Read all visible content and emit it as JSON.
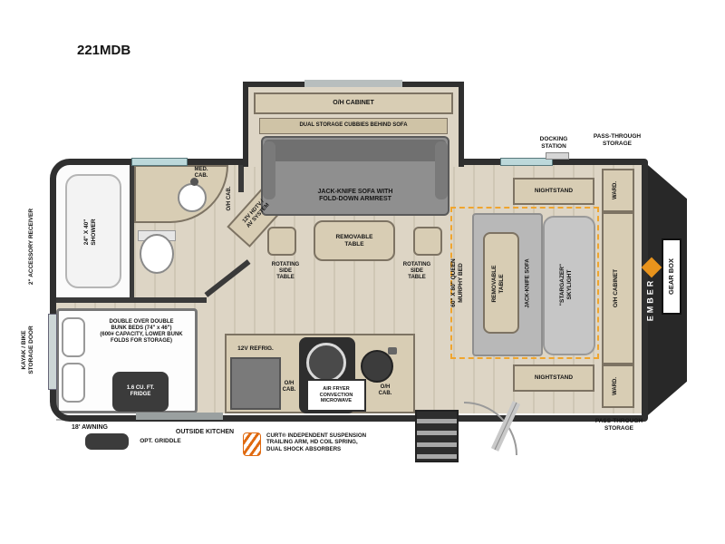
{
  "title": "221MDB",
  "labels": {
    "oh_cabinet_top": "O/H CABINET",
    "dual_storage": "DUAL STORAGE CUBBIES BEHIND SOFA",
    "sofa": "JACK-KNIFE SOFA WITH\nFOLD-DOWN ARMREST",
    "removable_table": "REMOVABLE\nTABLE",
    "rotating_table_left": "ROTATING\nSIDE\nTABLE",
    "rotating_table_right": "ROTATING\nSIDE\nTABLE",
    "med_cab": "MED.\nCAB.",
    "oh_cab_bath": "O/H CAB.",
    "hdtv": "12V HDTV /\nAV SYSTEM",
    "shower": "24\" X 40\"\nSHOWER",
    "murphy_bed": "60\" X 80\" QUEEN\nMURPHY BED",
    "removable_table_bed": "REMOVABLE\nTABLE",
    "jack_knife_sofa": "JACK-KNIFE SOFA",
    "skylight": "\"STARGAZER\"\nSKYLIGHT",
    "nightstand_top": "NIGHTSTAND",
    "nightstand_bottom": "NIGHTSTAND",
    "ward_top": "WARD.",
    "ward_bottom": "WARD.",
    "oh_cabinet_right": "O/H CABINET",
    "bunk_beds": "DOUBLE OVER DOUBLE\nBUNK BEDS (74\" x 46\")\n(600# CAPACITY, LOWER BUNK\nFOLDS FOR STORAGE)",
    "refrig_12v": "12V REFRIG.",
    "fridge": "1.6 CU. FT.\nFRIDGE",
    "oh_cab_kitchen_left": "O/H\nCAB.",
    "oh_cab_kitchen_right": "O/H\nCAB.",
    "microwave": "AIR FRYER\nCONVECTION\nMICROWAVE"
  },
  "exterior": {
    "docking_station": "DOCKING\nSTATION",
    "pass_through_top": "PASS-THROUGH\nSTORAGE",
    "pass_through_bottom": "PASS-THROUGH\nSTORAGE",
    "accessory_receiver": "2\" ACCESSORY RECEIVER",
    "kayak_door": "KAYAK / BIKE\nSTORAGE DOOR",
    "awning": "18' AWNING",
    "outside_kitchen": "OUTSIDE KITCHEN",
    "opt_griddle": "OPT. GRIDDLE",
    "suspension": "CURT® INDEPENDENT SUSPENSION\nTRAILING ARM, HD COIL SPRING,\nDUAL SHOCK ABSORBERS",
    "gear_box": "GEAR BOX",
    "brand": "EMBER"
  },
  "colors": {
    "wall": "#2f2f2f",
    "floor": "#ddd5c5",
    "cabinet": "#d8cdb4",
    "murphy_accent": "#f0a52e",
    "brand_orange": "#e8931c",
    "window": "#bcd8da"
  }
}
